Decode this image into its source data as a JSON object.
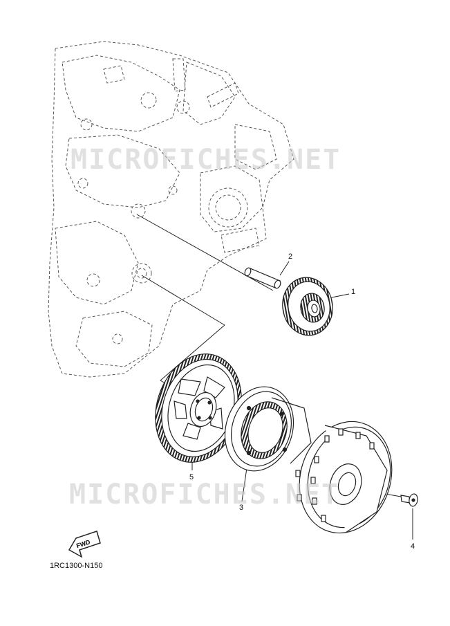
{
  "diagram": {
    "watermark_top": "MICROFICHES.NET",
    "watermark_bottom": "MICROFICHES.NET",
    "fwd_label": "FWD",
    "reference_code": "1RC1300-N150",
    "callouts": [
      {
        "id": "1",
        "label": "1"
      },
      {
        "id": "2",
        "label": "2"
      },
      {
        "id": "3",
        "label": "3"
      },
      {
        "id": "4",
        "label": "4"
      },
      {
        "id": "5",
        "label": "5"
      }
    ]
  }
}
